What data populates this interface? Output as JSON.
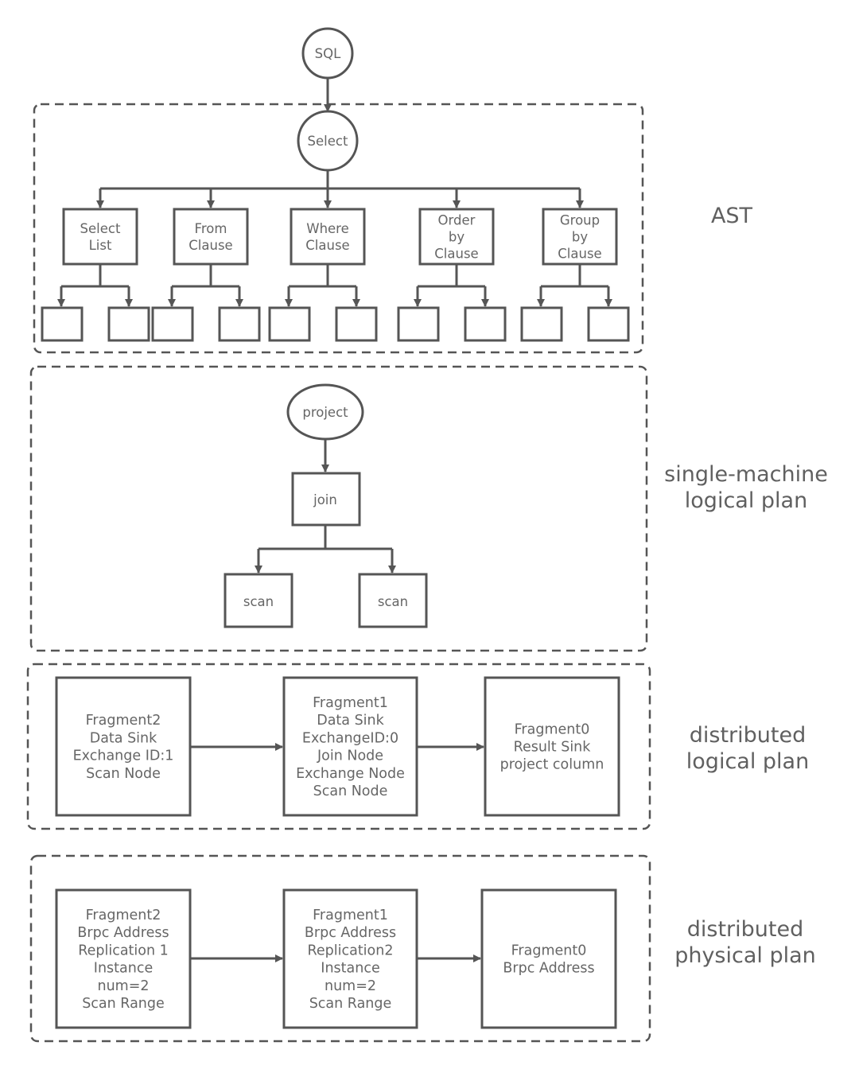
{
  "ast": {
    "label": "AST",
    "sql_node": "SQL",
    "select_node": "Select",
    "clauses": [
      {
        "lines": [
          "Select",
          "List"
        ]
      },
      {
        "lines": [
          "From",
          "Clause"
        ]
      },
      {
        "lines": [
          "Where",
          "Clause"
        ]
      },
      {
        "lines": [
          "Order",
          "by",
          "Clause"
        ]
      },
      {
        "lines": [
          "Group",
          "by",
          "Clause"
        ]
      }
    ]
  },
  "single_machine": {
    "label_lines": [
      "single-machine",
      "logical plan"
    ],
    "project_node": "project",
    "join_node": "join",
    "scan_nodes": [
      "scan",
      "scan"
    ]
  },
  "distributed_logical": {
    "label_lines": [
      "distributed",
      "logical plan"
    ],
    "fragments": [
      {
        "lines": [
          "Fragment2",
          "Data Sink",
          "Exchange ID:1",
          "Scan Node"
        ]
      },
      {
        "lines": [
          "Fragment1",
          "Data Sink",
          "ExchangeID:0",
          "Join Node",
          "Exchange Node",
          "Scan Node"
        ]
      },
      {
        "lines": [
          "Fragment0",
          "Result Sink",
          "project column"
        ]
      }
    ]
  },
  "distributed_physical": {
    "label_lines": [
      "distributed",
      "physical plan"
    ],
    "fragments": [
      {
        "lines": [
          "Fragment2",
          "Brpc Address",
          "Replication 1",
          "Instance",
          "num=2",
          "Scan Range"
        ]
      },
      {
        "lines": [
          "Fragment1",
          "Brpc Address",
          "Replication2",
          "Instance",
          "num=2",
          "Scan Range"
        ]
      },
      {
        "lines": [
          "Fragment0",
          "Brpc Address"
        ]
      }
    ]
  }
}
